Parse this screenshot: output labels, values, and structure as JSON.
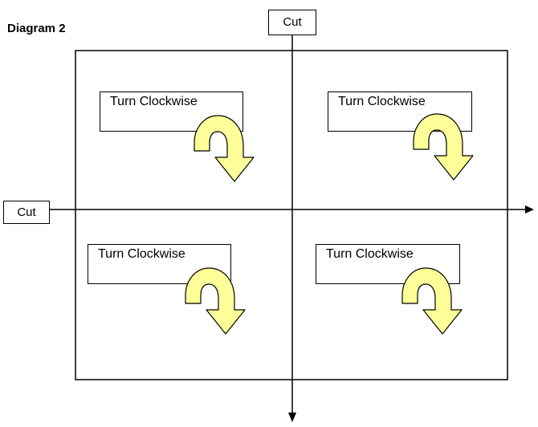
{
  "title": "Diagram 2",
  "cut_labels": {
    "vertical": "Cut",
    "horizontal": "Cut"
  },
  "quadrants": [
    {
      "label": "Turn Clockwise"
    },
    {
      "label": "Turn Clockwise"
    },
    {
      "label": "Turn Clockwise"
    },
    {
      "label": "Turn Clockwise"
    }
  ],
  "colors": {
    "arrow_fill": "#ffff99",
    "stroke": "#000000"
  },
  "icons": {
    "rotate": "clockwise-curved-arrow-icon"
  }
}
